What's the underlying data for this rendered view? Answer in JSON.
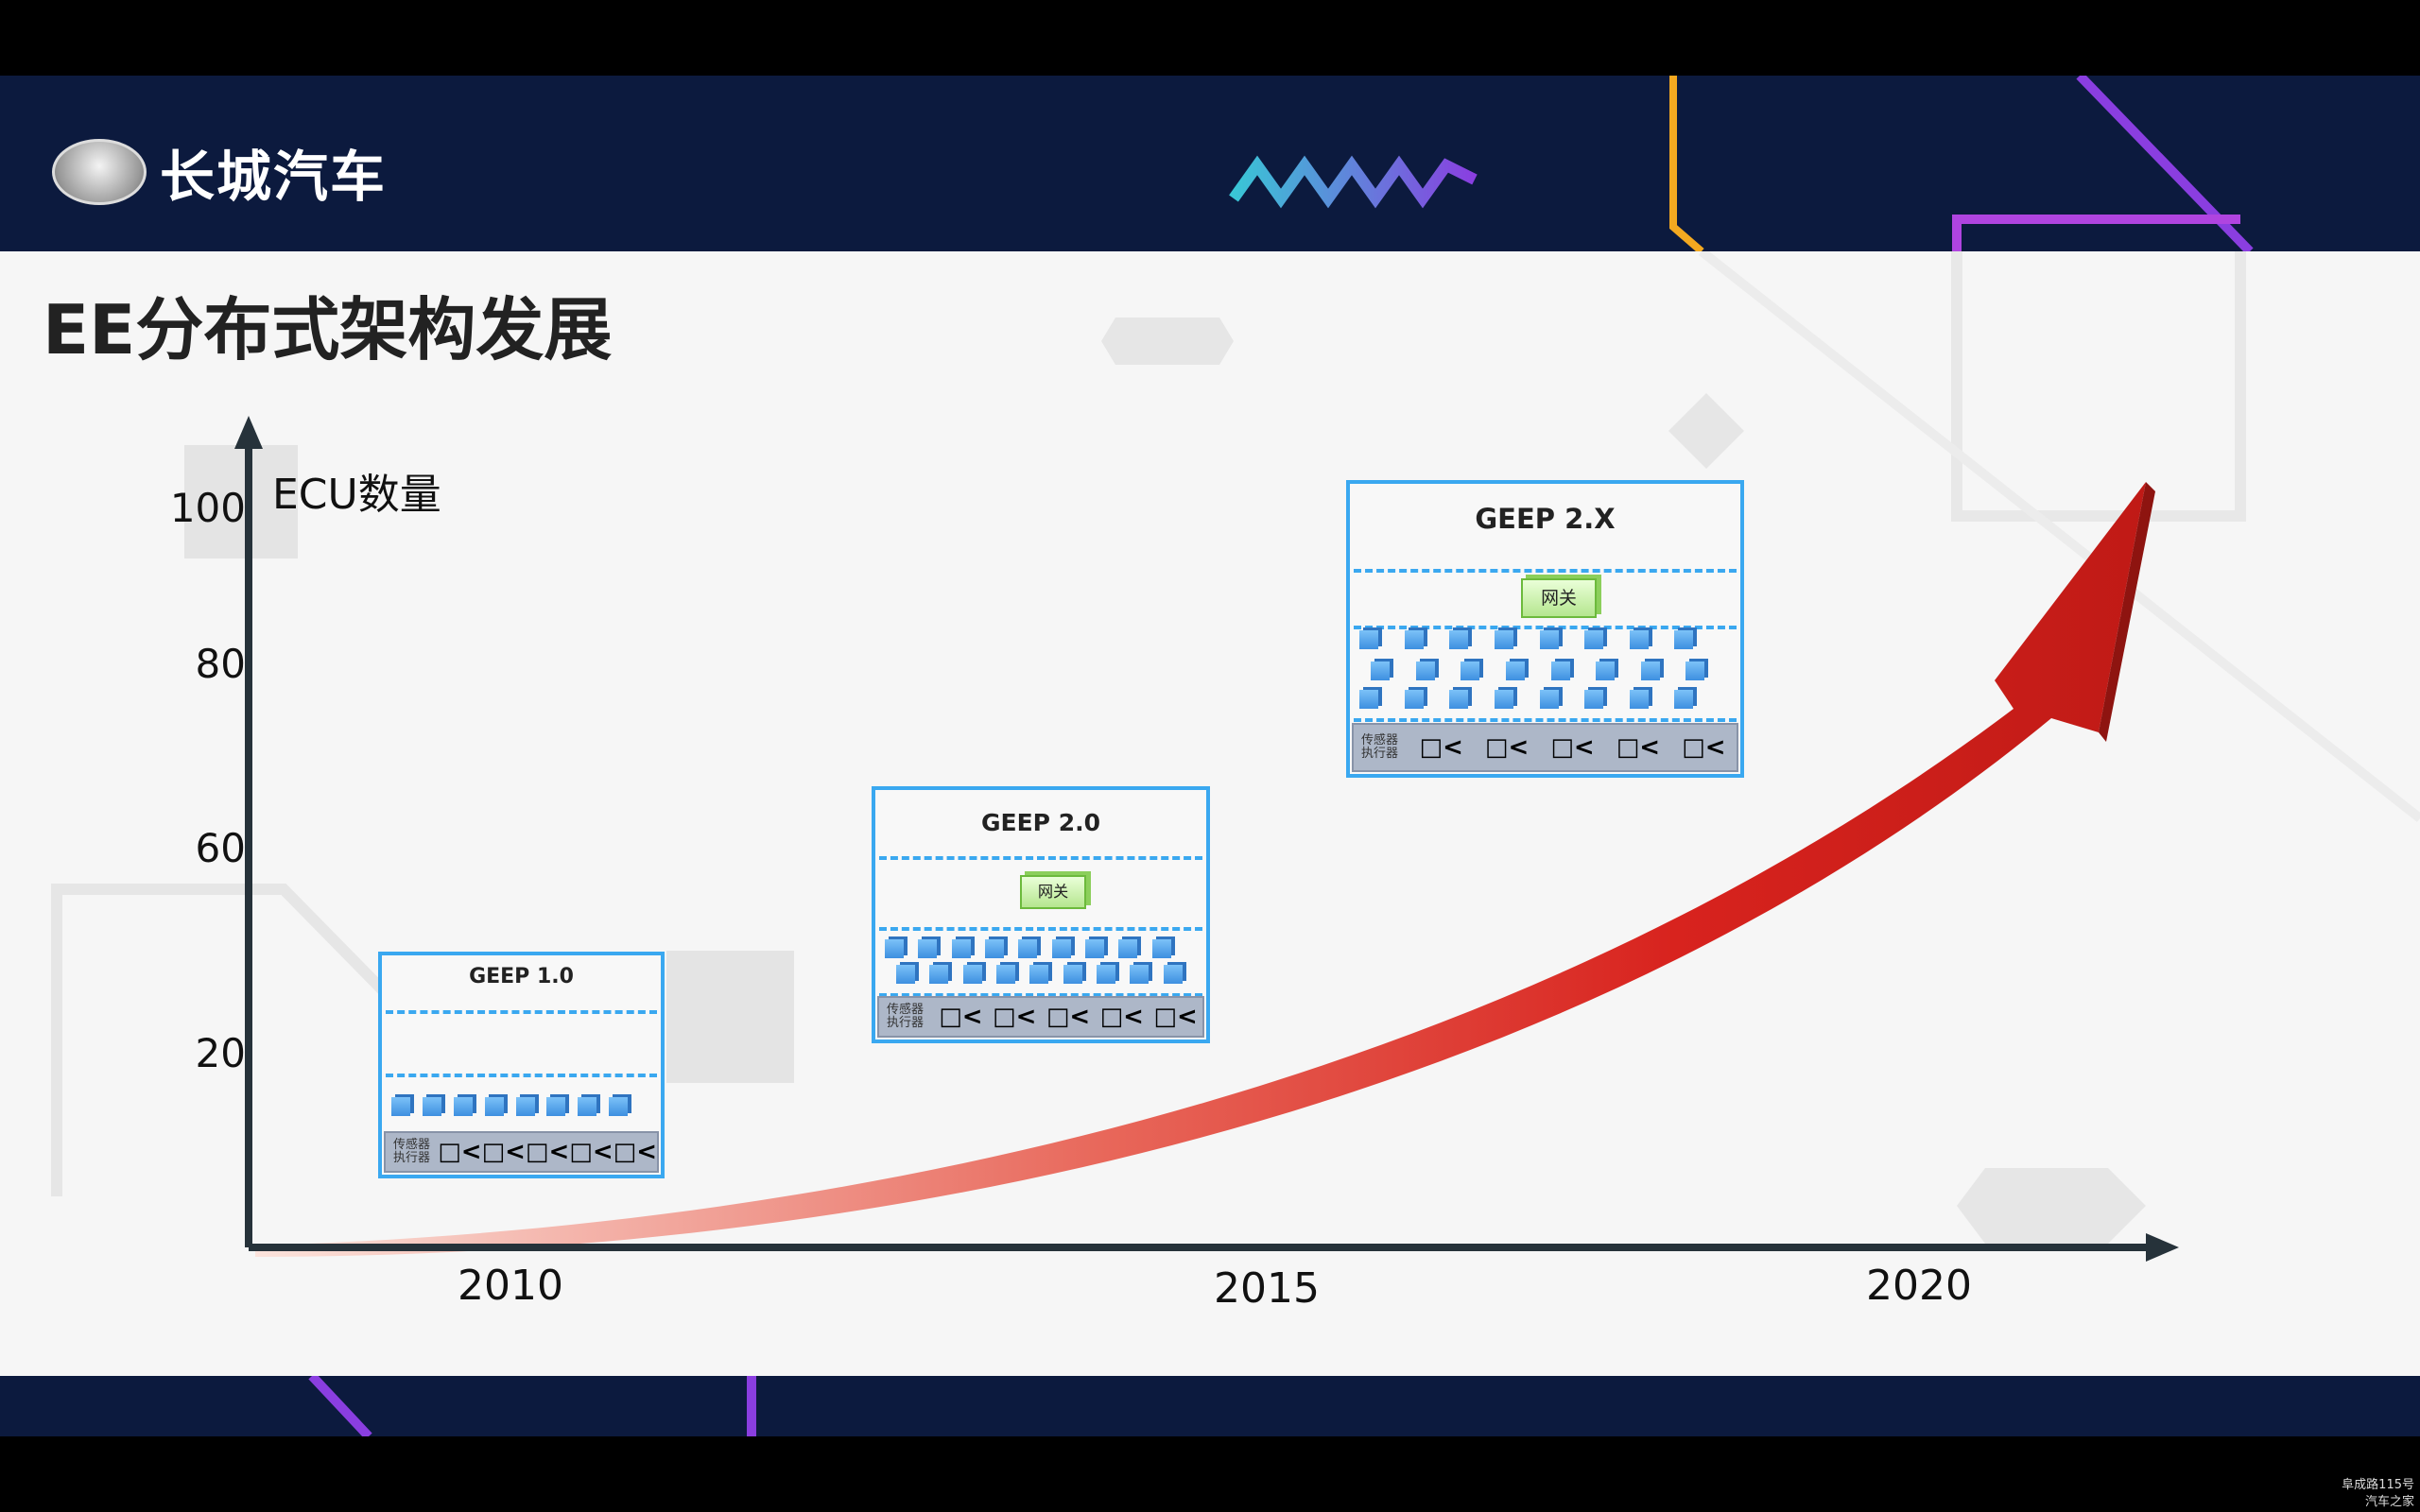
{
  "header": {
    "brand": "长城汽车"
  },
  "slide": {
    "title": "EE分布式架构发展"
  },
  "axis": {
    "y_label": "ECU数量",
    "y_ticks": [
      "100",
      "80",
      "60",
      "20"
    ],
    "x_ticks": [
      "2010",
      "2015",
      "2020"
    ]
  },
  "boxes": [
    {
      "title": "GEEP 1.0",
      "gateway": null,
      "ecu_rows": [
        8
      ],
      "bar_label_1": "传感器",
      "bar_label_2": "执行器",
      "actuators": 5
    },
    {
      "title": "GEEP 2.0",
      "gateway": "网关",
      "ecu_rows": [
        9,
        9
      ],
      "bar_label_1": "传感器",
      "bar_label_2": "执行器",
      "actuators": 5
    },
    {
      "title": "GEEP 2.X",
      "gateway": "网关",
      "ecu_rows": [
        8,
        8,
        8
      ],
      "bar_label_1": "传感器",
      "bar_label_2": "执行器",
      "actuators": 5
    }
  ],
  "watermark": {
    "line1": "阜成路115号",
    "line2": "汽车之家"
  },
  "colors": {
    "navy": "#0c1a3e",
    "box_border": "#3aa8f0",
    "arrow": "#d8231e"
  }
}
